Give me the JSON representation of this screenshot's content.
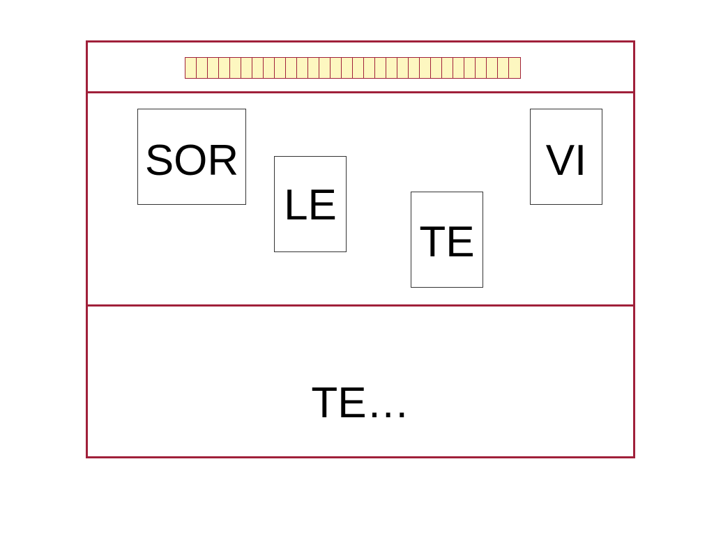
{
  "cells": {
    "count": 30
  },
  "cards": [
    {
      "label": "SOR"
    },
    {
      "label": "LE"
    },
    {
      "label": "TE"
    },
    {
      "label": "VI"
    }
  ],
  "footer": {
    "text": "TE…"
  },
  "colors": {
    "frame": "#a0203a",
    "cell_fill": "#fdf7c0",
    "card_border": "#333333"
  }
}
